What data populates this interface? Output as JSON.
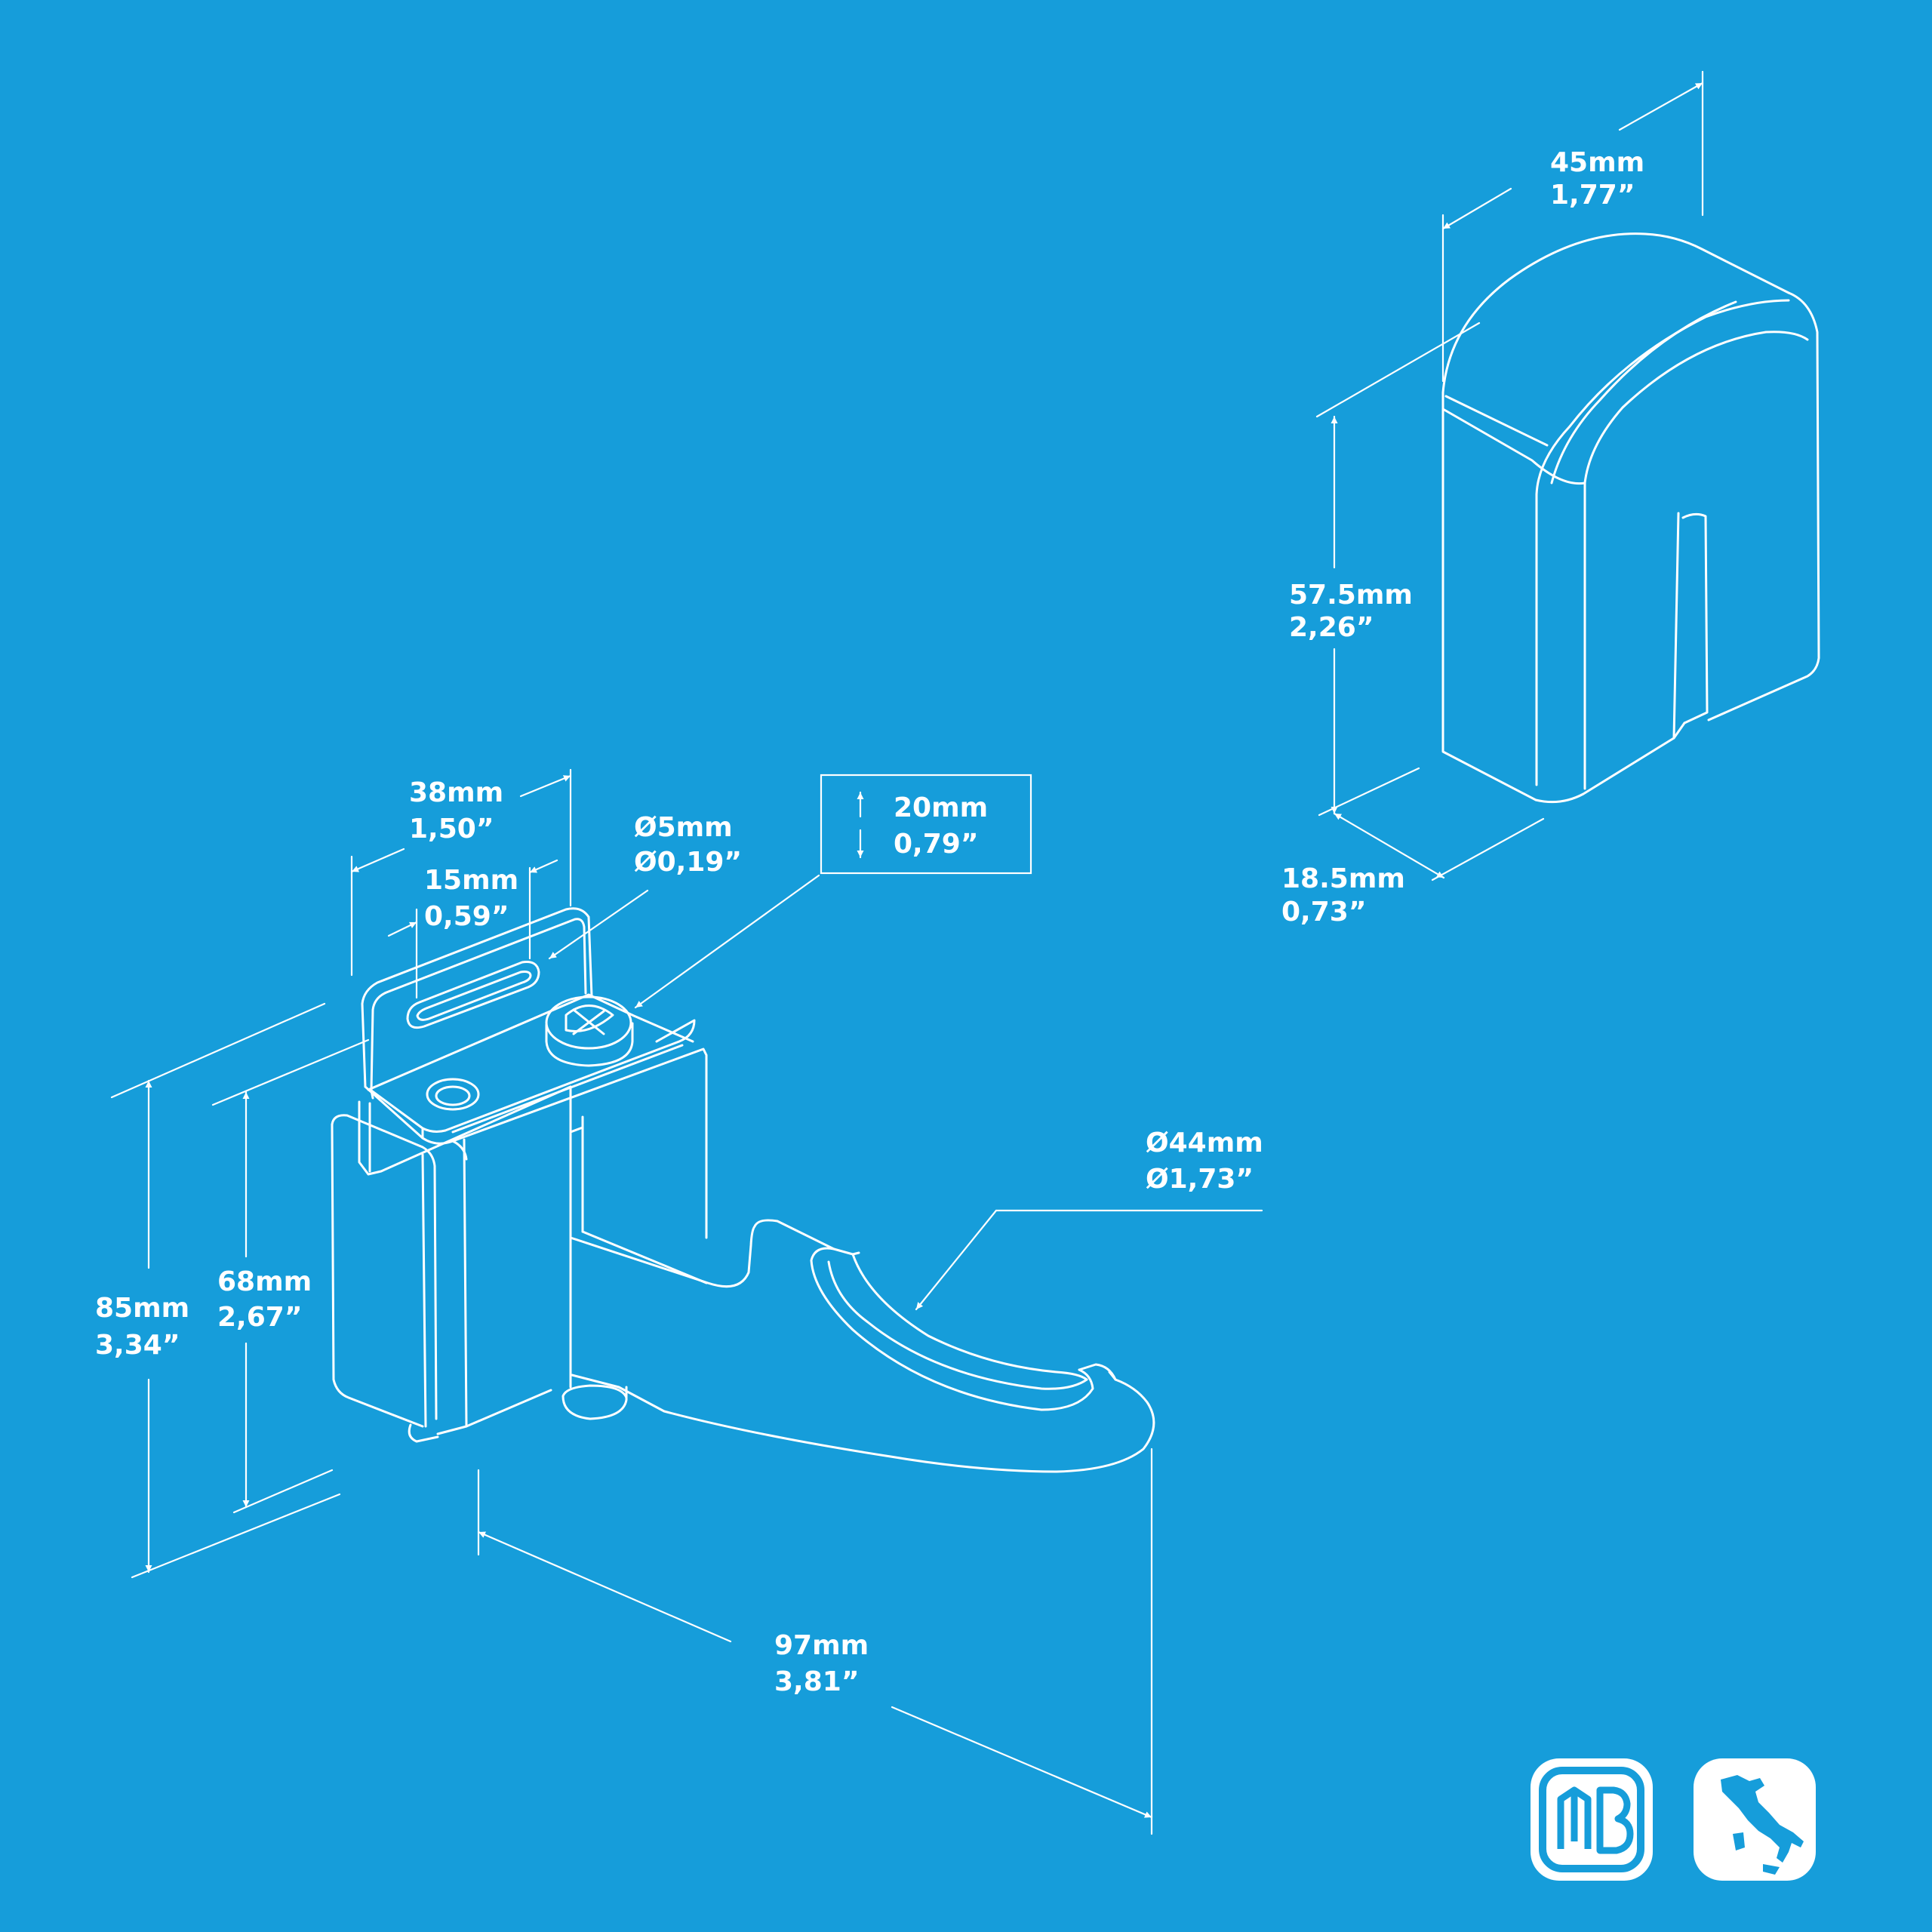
{
  "colors": {
    "background": "#169DDA",
    "line": "#ffffff"
  },
  "dimensions": {
    "cap_width": {
      "mm": "45mm",
      "inch": "1,77”"
    },
    "cap_height": {
      "mm": "57.5mm",
      "inch": "2,26”"
    },
    "cap_depth": {
      "mm": "18.5mm",
      "inch": "0,73”"
    },
    "plate_width": {
      "mm": "38mm",
      "inch": "1,50”"
    },
    "slot_width": {
      "mm": "15mm",
      "inch": "0,59”"
    },
    "screw": {
      "mm": "Ø5mm",
      "inch": "Ø0,19”"
    },
    "adjust": {
      "mm": "20mm",
      "inch": "0,79”"
    },
    "total_height": {
      "mm": "85mm",
      "inch": "3,34”"
    },
    "block_height": {
      "mm": "68mm",
      "inch": "2,67”"
    },
    "cradle": {
      "mm": "Ø44mm",
      "inch": "Ø1,73”"
    },
    "reach": {
      "mm": "97mm",
      "inch": "3,81”"
    }
  },
  "badges": {
    "brand": {
      "logo_text": "MB",
      "icon": "brand-logo-icon"
    },
    "origin": {
      "icon": "italy-map-icon"
    }
  }
}
